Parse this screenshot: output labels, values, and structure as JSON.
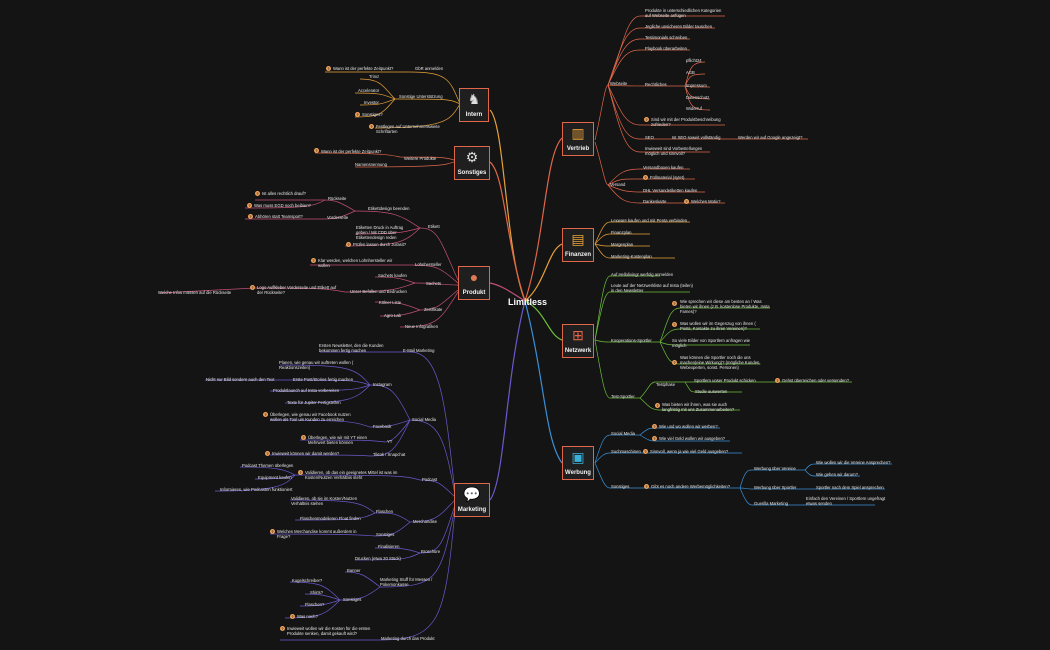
{
  "root": "Limitless",
  "intern": {
    "title": "Intern",
    "n1": "GbR anmelden",
    "n1q": "Wann ist der perfekte Zeitpunkt?",
    "n2": "Sonstige Unterstützung",
    "n2a": "Trinc!",
    "n2b": "Accelerator",
    "n2c": "Investor",
    "n2d": "Sonstiges?",
    "n3": "Festlegen auf Unternehmensweite Schriftarten"
  },
  "sonstiges": {
    "title": "Sonstiges",
    "n1": "Weitere Produkte",
    "n1q": "Wann ist der perfekte Zeitpunkt?",
    "n2": "Namensnennung"
  },
  "produkt": {
    "title": "Produkt",
    "etikett": "Etikett",
    "e1": "Etikettdesign beenden",
    "e1a": "Rückseite",
    "e1a1": "Ist alles rechtlich drauf?",
    "e1a2": "Was muss EGD noch beibien?",
    "e1b": "Vorderseite",
    "e1b1": "Abhören statt Teamsport?",
    "e2": "Etiketten Druck in Auftrag geben / Mit CDD über Etikettendesign reden",
    "e3": "Prüfen lassen durch Jurasit?",
    "l1": "Lohnhersteller",
    "l1q": "Klar werden, welchen Lohnhersteller wir wollen",
    "s1": "Sachets",
    "s1a": "Sachets kaufen",
    "s1b": "Unser Befüllen und Bedrucken",
    "s1b1": "Logo Auflkleber Vorderseite und Etikett auf der Rückseite?",
    "s1b2": "Welche Infos müssen auf die Rückseite",
    "z1": "Zertifikate",
    "z1a": "Kölner Liste",
    "z1b": "Agro Lab",
    "z2": "Neue Infografiken"
  },
  "marketing": {
    "title": "Marketing",
    "em": "E-Mail Marketing",
    "em1": "Ersten Newsletter, den die Kunden bekommen fertig machen",
    "sm": "Social Media",
    "ig": "Instagram",
    "ig1": "Planen, wie genau wir auftreten wollen ( Reaktionszeiten)",
    "ig2": "Erste Post/Stories fertig machen",
    "ig2a": "Nicht nur Bild sondern auch den Text",
    "ig3": "Produktlaunch auf Insta vorbereiten",
    "ig4": "Texte für Jupiter Fertigstellen",
    "fb": "Facebook",
    "fb1": "Überlegen, wie genau wir Facebook nutzen wollen als Tool um Kunden zu erreichen",
    "yt": "YT",
    "yt1": "Überlegen, wie wir mit YT einen Mehrwert bieten können",
    "tt": "Tiktok / Snapchat",
    "tt1": "Inwieweit können wir damit werden?",
    "pc": "Podcast",
    "pc1": "Validieren, ob das ein geeignetes Mittel ist was im Kosten/Nutzen Verhältnis steht",
    "pc2": "Podcast Themen überlegen",
    "pc3": "Equipment kaufen",
    "pc4": "Informieren, wie Podcasten funktioniert",
    "mc": "Merchandise",
    "mc1": "Flaschen",
    "mc1a": "Validieren, ob sie im Kosten/Nutzen Verhältnis stehen",
    "mc1b": "Flaschenmodelieren Float finden",
    "mc2": "Sonstiges",
    "mc2a": "Welches Merchandise kommt außerdem in Frage?",
    "br": "Broschüre",
    "br1": "Finalisieren",
    "br2": "Drucken (etwa 20 Stück)",
    "ms": "Marketing Stuff für Messen / Pokemonkasse",
    "ms1": "Banner",
    "ms2": "Sonstiges",
    "ms2a": "Kugelschreiber?",
    "ms2b": "Shirts?",
    "ms2c": "Flaschen?",
    "ms2d": "Was noch?",
    "mp": "Marketing durch das Produkt",
    "mp1": "Inwieweit wollen wir die Kosten für die ersten Produkte senken, damit gekauft wird?"
  },
  "vertrieb": {
    "title": "Vertrieb",
    "ws": "Webseite",
    "ws1": "Produkte in unterschiedlichen Kategorien auf Webseite anfügen",
    "ws2": "Jegliche unsicheren Bilder tauschen",
    "ws3": "Testimonials schreiben",
    "ws4": "Playbook überarbeiten",
    "re": "Rechtliches",
    "re1": "pflicht24",
    "re2": "AGB",
    "re3": "Impressum",
    "re4": "Datenschutz",
    "re5": "Widerruf",
    "ws5": "Sind wir mit der Produktbeschreibung zufrieden?",
    "seo": "SEO",
    "seo1": "Ist SEO soweit vollständig",
    "seo2": "Werden wir auf Google angezeigt?",
    "ws6": "Inwieweit sind Vorbestellungen möglich und sinnvoll?",
    "vs": "Versand",
    "vs1": "Versandboxen kaufen",
    "vs2": "Füllmaterial (sytet)",
    "vs3": "DHL Versandetiketten kaufen",
    "vs4": "Dankeskarte",
    "vs4a": "Welches Motiv?"
  },
  "finanzen": {
    "title": "Finanzen",
    "f1": "Lexware kaufen und mit Penta verbinden",
    "f2": "Finanzplan",
    "f3": "Margenplan",
    "f4": "Marketing-Kostenplan"
  },
  "netzwerk": {
    "title": "Netzwerk",
    "n1": "Auf Hellolivingr werfolg anmelden",
    "n2": "Leute auf der Netzwerkliste auf Insta (teilen) in den Newsletter",
    "kp": "Kooperations-Sportler",
    "kp1": "Wie sprechen wir diese am besten an / Was bieten wir ihnen (z.B. kostenlose Produkte, Insta Fames)?",
    "kp2": "Was wollen wir im Gegenzug von ihnen ( Posts, Kontakte zu ihren Vereinen)?",
    "kp3": "So viele Bilder von Sportlern anfragen wie möglich",
    "kp4": "Was können die Sportler noch die uns machen(eine Wirkung)? (mögliche Kunden, Webexperten, sonst. Personen)",
    "ts": "Test-Sportler",
    "ts1": "Testphase",
    "ts1a": "Sportlern unser Produkt schicken",
    "ts1a1": "Gehst überreichen oder versenden?",
    "ts1b": "Studie auswerten",
    "ts2": "Was bieten wir ihnen, was sie auch langfristig mit uns Zusammenarbeiten?"
  },
  "werbung": {
    "title": "Werbung",
    "sm": "Social Media",
    "sm1": "Wie und wo wollen wir werben?",
    "sm2": "Wie viel Geld wollen wir ausgeben?",
    "sa": "Suchmaschinen",
    "sa1": "Sinnvoll, wenn ja wie viel Geld ausgeben?",
    "so": "Sonstiges",
    "so1": "Gibt es noch andere Werbemöglichkeiten?",
    "so1a": "Werbung über Vereine",
    "so1a1": "Wie wollen wir die Vereine Ansprechen?",
    "so1a2": "Wie gehen wir darum?",
    "so1b": "Werbung über Sportler",
    "so1b1": "Sportler nach dem Spiel ansprechen",
    "so1c": "Guerilla Marketing",
    "so1c1": "Einfach den Vereinen / Sportlern ungefragt etwas senden"
  },
  "colors": {
    "intern": "#e8a23a",
    "sonstiges": "#e0674a",
    "produkt": "#c2507a",
    "marketing": "#6a5acd",
    "vertrieb": "#e0674a",
    "finanzen": "#e8a23a",
    "netzwerk": "#6cbf3a",
    "werbung": "#3a8fd8"
  }
}
